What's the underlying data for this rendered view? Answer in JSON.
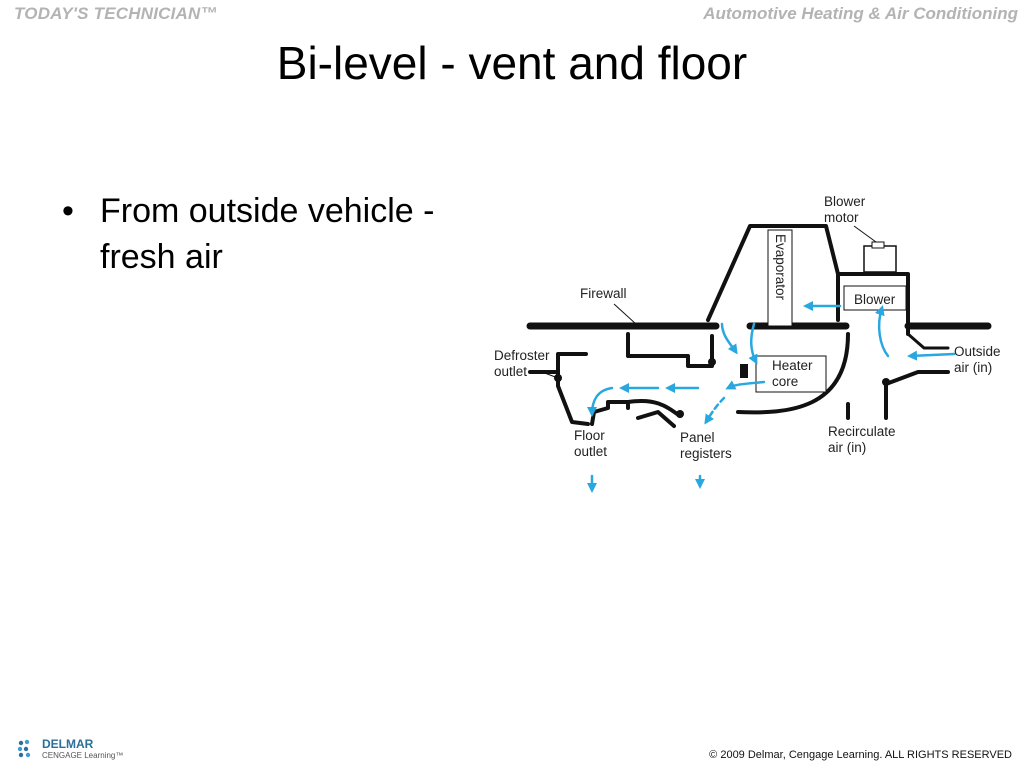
{
  "header": {
    "left": "TODAY'S TECHNICIAN™",
    "right": "Automotive Heating & Air Conditioning"
  },
  "slide": {
    "title": "Bi-level - vent and floor",
    "bullets": [
      "From outside vehicle -\nfresh air"
    ]
  },
  "diagram": {
    "labels": {
      "blower_motor": [
        "Blower",
        "motor"
      ],
      "evaporator": "Evaporator",
      "blower": "Blower",
      "firewall": "Firewall",
      "defroster_outlet": [
        "Defroster",
        "outlet"
      ],
      "heater_core": [
        "Heater",
        "core"
      ],
      "outside_air": [
        "Outside",
        "air (in)"
      ],
      "floor_outlet": [
        "Floor",
        "outlet"
      ],
      "panel_registers": [
        "Panel",
        "registers"
      ],
      "recirculate_air": [
        "Recirculate",
        "air (in)"
      ]
    },
    "airflow_color": "#29a8e0"
  },
  "footer": {
    "brand": "DELMAR",
    "brand_sub": "CENGAGE Learning™",
    "copyright": "© 2009 Delmar, Cengage Learning. ALL RIGHTS RESERVED"
  }
}
